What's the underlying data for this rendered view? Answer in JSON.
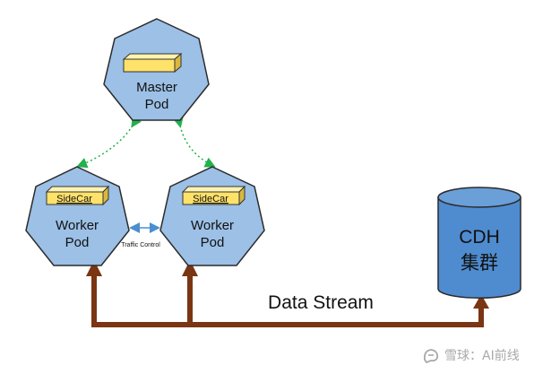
{
  "master": {
    "label_line1": "Master",
    "label_line2": "Pod"
  },
  "worker_left": {
    "label_line1": "Worker",
    "label_line2": "Pod",
    "sidecar": "SideCar"
  },
  "worker_right": {
    "label_line1": "Worker",
    "label_line2": "Pod",
    "sidecar": "SideCar"
  },
  "traffic_control": "Traffic Control",
  "data_stream": "Data Stream",
  "cdh": {
    "line1": "CDH",
    "line2": "集群"
  },
  "watermark": "雪球：AI前线",
  "colors": {
    "hex_fill": "#9cc0e6",
    "hex_stroke": "#2b2b2b",
    "box_fill": "#ffe26a",
    "pipe": "#7a3513",
    "dotted_arrow": "#22b14c",
    "link_arrow": "#4a8fd0",
    "cylinder": "#4f8ccf"
  }
}
